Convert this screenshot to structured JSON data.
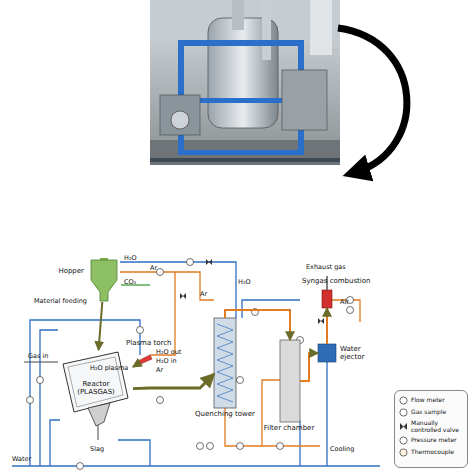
{
  "diagram": {
    "nodes": [
      {
        "text": [
          "Hopper"
        ]
      },
      {
        "text": [
          "Reactor (PLASGAS)"
        ]
      },
      {
        "text": [
          "Plasma torch"
        ]
      },
      {
        "text": [
          "Quenching tower"
        ]
      },
      {
        "text": [
          "Filter chamber"
        ]
      },
      {
        "text": [
          "Syngas combustion"
        ]
      },
      {
        "text": [
          "Water ejector"
        ]
      }
    ],
    "edges": [
      {
        "from": 0,
        "to": 1,
        "arrow": "to"
      },
      {
        "from": 2,
        "to": 1,
        "arrow": "to"
      },
      {
        "from": 1,
        "to": 3,
        "arrow": "to"
      },
      {
        "from": 3,
        "to": 4,
        "arrow": "to"
      },
      {
        "from": 4,
        "to": 6,
        "arrow": "to"
      },
      {
        "from": 6,
        "to": 5,
        "arrow": "to"
      }
    ],
    "labels": [
      "Material feeding",
      "CO₂",
      "H₂O",
      "Ar",
      "Gas in",
      "H₂O plasma",
      "H₂O out",
      "H₂O in",
      "Ar",
      "Slag",
      "H₂O",
      "Ar",
      "Exhaust gas",
      "Air",
      "Water",
      "Cooling"
    ],
    "legend": [
      {
        "text": "Flow meter"
      },
      {
        "text": "Gas sample"
      },
      {
        "text": "Manually controlled valve"
      },
      {
        "text": "Pressure meter"
      },
      {
        "text": "Thermocouple"
      }
    ]
  }
}
